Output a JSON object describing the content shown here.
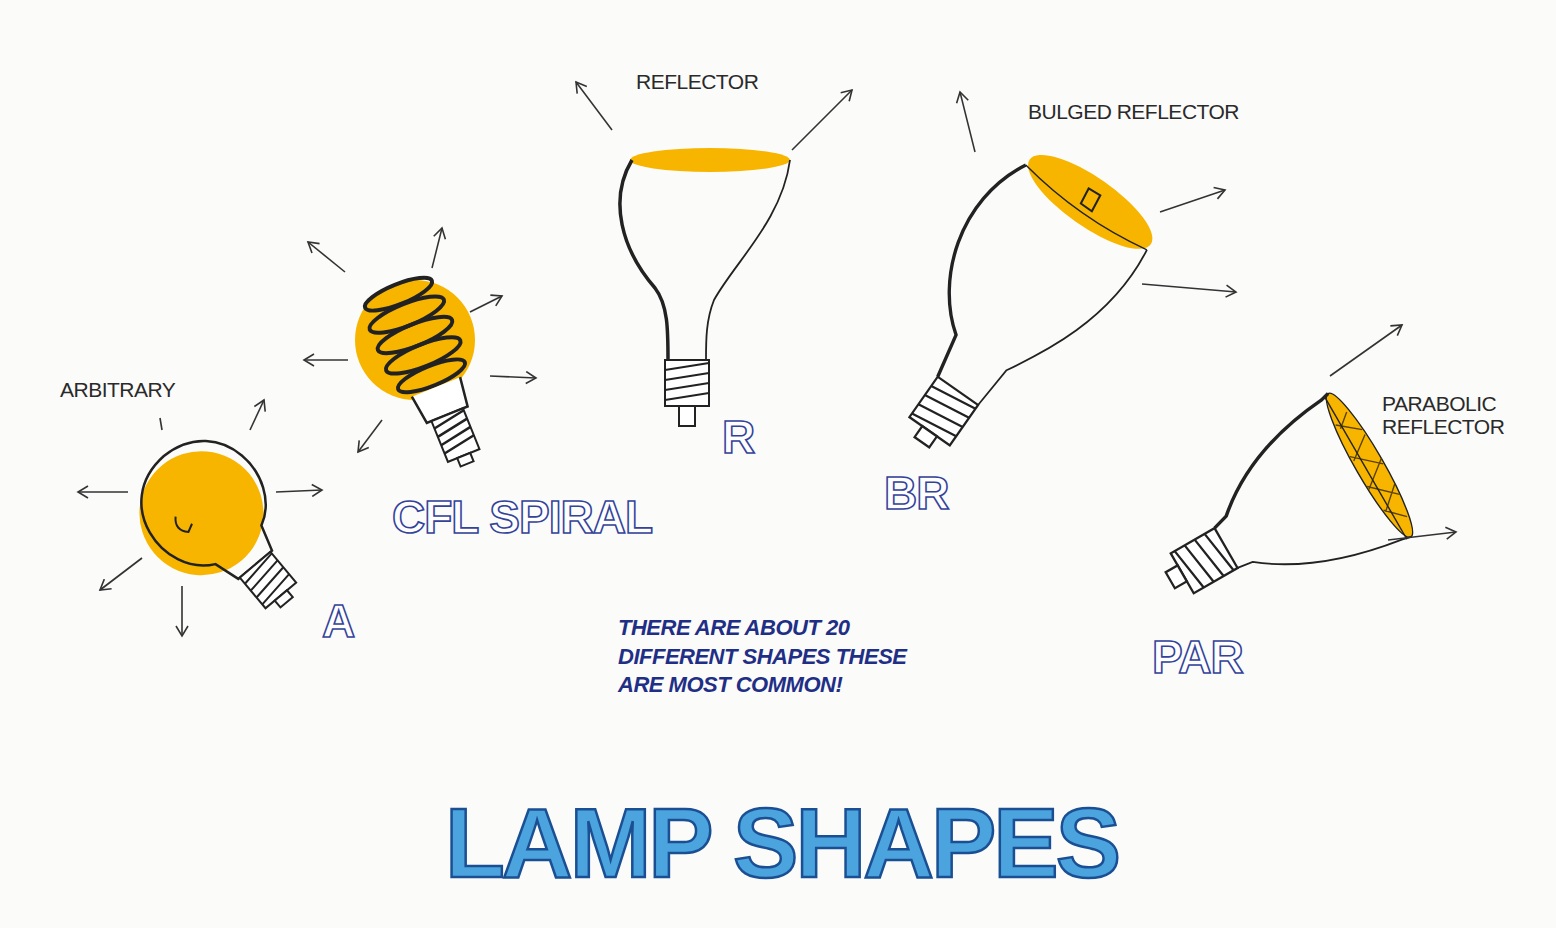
{
  "diagram": {
    "title": "LAMP SHAPES",
    "labels": [
      "ARBITRARY",
      "A",
      "CFL SPIRAL",
      "REFLECTOR",
      "R",
      "BULGED REFLECTOR",
      "BR",
      "PARABOLIC REFLECTOR",
      "PAR",
      "THERE ARE ABOUT 20 DIFFERENT SHAPES THESE ARE MOST COMMON!"
    ]
  }
}
